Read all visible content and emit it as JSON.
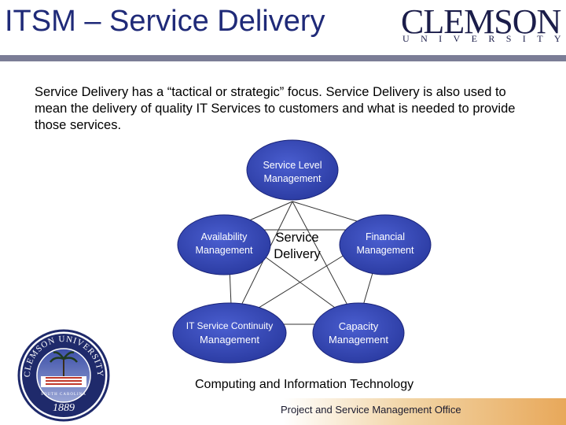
{
  "header": {
    "title": "ITSM – Service Delivery",
    "logo_word": "CLEMSON",
    "logo_sub": "UNIVERSITY"
  },
  "intro_text": "Service Delivery has a “tactical or strategic” focus.  Service Delivery is also used to mean the delivery of quality IT Services to customers and what is needed to provide those services.",
  "diagram": {
    "center_line1": "Service",
    "center_line2": "Delivery",
    "nodes": [
      {
        "line1": "Service Level",
        "line2": "Management"
      },
      {
        "line1": "Availability",
        "line2": "Management"
      },
      {
        "line1": "Financial",
        "line2": "Management"
      },
      {
        "line1": "IT Service Continuity",
        "line2": "Management"
      },
      {
        "line1": "Capacity",
        "line2": "Management"
      }
    ],
    "node_color": "#3648b8"
  },
  "seal": {
    "text_top": "CLEMSON UNIVERSITY",
    "text_mid": "SOUTH CAROLINA",
    "year": "1889"
  },
  "footer": {
    "title": "Computing and Information Technology",
    "subtitle": "Project and Service Management Office"
  }
}
